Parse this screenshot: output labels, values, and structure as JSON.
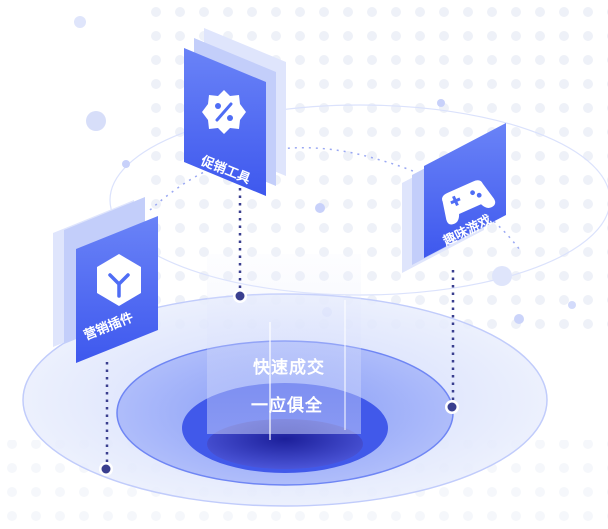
{
  "center": {
    "line1": "快速成交",
    "line2": "一应俱全"
  },
  "cards": {
    "promo": {
      "label": "促销工具",
      "icon": "percent-badge-icon"
    },
    "games": {
      "label": "趣味游戏",
      "icon": "gamepad-icon"
    },
    "plugin": {
      "label": "营销插件",
      "icon": "cube-plugin-icon"
    }
  },
  "colors": {
    "card_front": "#4f6df5",
    "card_back": "#c9d3fb",
    "ring_outer": "#dfe6fd",
    "ring_inner": "#5a72ef",
    "core": "#2a2fb8",
    "dot": "#3a3f8f"
  }
}
